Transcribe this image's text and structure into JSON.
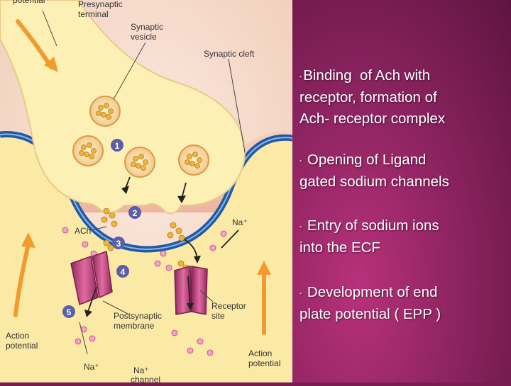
{
  "diagram": {
    "labels": {
      "top_cut": "potential",
      "presynaptic": [
        "Presynaptic",
        "terminal"
      ],
      "vesicle": [
        "Synaptic",
        "vesicle"
      ],
      "cleft": "Synaptic cleft",
      "ach": "ACh",
      "na_upper": "Na⁺",
      "postsynaptic": [
        "Postsynaptic",
        "membrane"
      ],
      "receptor": [
        "Receptor",
        "site"
      ],
      "action_left": [
        "Action",
        "potential"
      ],
      "action_right": [
        "Action",
        "potential"
      ],
      "na_bottom1": "Na⁺",
      "na_bottom2": "Na⁺",
      "channel_cut": "channel"
    },
    "steps": [
      "1",
      "2",
      "3",
      "4",
      "5"
    ]
  },
  "bullets": [
    {
      "marker": "▪",
      "text_lines": [
        "Binding  of Ach with",
        "receptor, formation of",
        "Ach- receptor complex"
      ]
    },
    {
      "marker": "▪",
      "text_lines": [
        " Opening of Ligand",
        "gated sodium channels"
      ]
    },
    {
      "marker": "▪",
      "text_lines": [
        " Entry of sodium ions",
        "into the ECF"
      ]
    },
    {
      "marker": "▪",
      "text_lines": [
        " Development of end",
        "plate potential ( EPP )"
      ]
    }
  ],
  "colors": {
    "panel_bg": "#7a1c52",
    "terminal_fill": "#fdf0b4",
    "membrane_blue": "#1f5aa6",
    "vesicle": "#f7d9a0",
    "channel": "#c2407e"
  }
}
